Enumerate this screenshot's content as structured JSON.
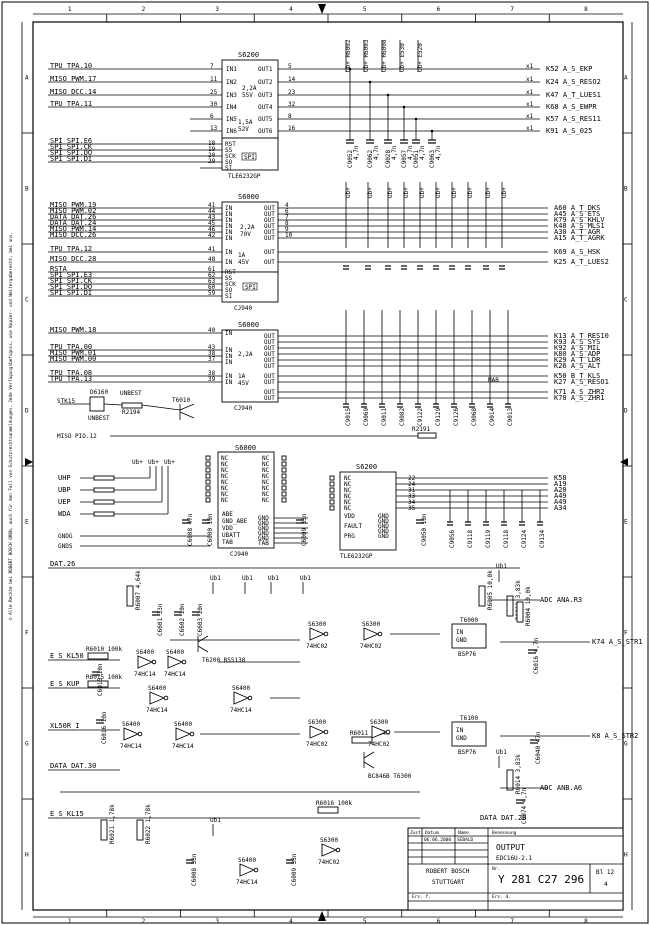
{
  "frame": {
    "columns": [
      "1",
      "2",
      "3",
      "4",
      "5",
      "6",
      "7",
      "8"
    ],
    "rows": [
      "A",
      "B",
      "C",
      "D",
      "E",
      "F",
      "G",
      "H"
    ]
  },
  "copyright_note": "© Alle Rechte bei ROBERT BOSCH GMBH, auch für den Fall von Schutzrechtsanmeldungen. Jede Verfügungsbefugnis, wie Kopier- und Weitergaberecht, bei uns.",
  "ic1": {
    "name": "S6200",
    "part": "TLE6232GP",
    "inputs": [
      {
        "sig": "TPU  TPA.10",
        "pin": "7",
        "port": "IN1"
      },
      {
        "sig": "MISO PWM.17",
        "pin": "11",
        "port": "IN2"
      },
      {
        "sig": "MISO DCC.14",
        "pin": "25",
        "port": "IN3"
      },
      {
        "sig": "TPU  TPA.11",
        "pin": "30",
        "port": "IN4"
      },
      {
        "sig": "",
        "pin": "6",
        "port": "IN5"
      },
      {
        "sig": "",
        "pin": "13",
        "port": "IN6"
      }
    ],
    "outputs": [
      {
        "port": "OUT1",
        "pin": "5"
      },
      {
        "port": "OUT2",
        "pin": "14"
      },
      {
        "port": "OUT3",
        "pin": "23"
      },
      {
        "port": "OUT4",
        "pin": "32"
      },
      {
        "port": "OUT5",
        "pin": "8"
      },
      {
        "port": "OUT6",
        "pin": "16"
      }
    ],
    "spi": [
      {
        "sig": "SPI  SPI.E6",
        "pin": "18",
        "port": "RST"
      },
      {
        "sig": "SPI  SPI.CK",
        "pin": "19",
        "port": "SS"
      },
      {
        "sig": "SPI  SPI.DO",
        "pin": "20",
        "port": "SCK"
      },
      {
        "sig": "SPI  SPI.DI",
        "pin": "29",
        "port": "SO"
      },
      {
        "sig": "",
        "pin": "",
        "port": "SI"
      }
    ],
    "spi_box": "SPI",
    "notes": [
      "2,2A",
      "55V",
      "1,5A",
      "52V"
    ]
  },
  "ic1_loads": [
    "K52 A_S_EKP",
    "K24 A_S_RESO2",
    "K47 A_T_LUES1",
    "K68 A_S_EWPR",
    "K57 A_S_RES11",
    "K91 A_S_025"
  ],
  "ic1_caps": [
    "C9052",
    "C9062",
    "C9028",
    "C9057",
    "C9051",
    "C9063"
  ],
  "ic1_cap_vals": [
    "4,7n",
    "4,7n",
    "4,7n",
    "4,7n",
    "4,7n",
    "4,7n"
  ],
  "ic1_vmon": [
    "Ub+ R6002",
    "Ub+ R6003",
    "Ub+ R6008",
    "Ub+ E530",
    "Ub+ E520"
  ],
  "ic2": {
    "name": "S6000",
    "part": "CJ940",
    "inputs": [
      "MISO PWM.19",
      "MISO PWM.02",
      "DATA DAT.26",
      "DATA DAT.24",
      "MISO PWM.14",
      "MISO DCC.26"
    ],
    "pins_in": [
      "41",
      "44",
      "43",
      "45",
      "46",
      "42"
    ],
    "pins_out": [
      "4",
      "6",
      "7",
      "8",
      "9",
      "10"
    ],
    "tpu_in": [
      "TPU  TPA.12",
      "MISO DCC.28"
    ],
    "tpu_pins": [
      "41",
      "48"
    ],
    "spi": [
      "RSTA",
      "SPI  SPI.E3",
      "SPI  SPI.CK",
      "SPI  SPI.DO",
      "SPI  SPI.DI"
    ],
    "spi_pins": [
      "61",
      "62",
      "63",
      "60",
      "59"
    ],
    "spi_ports": [
      "RST",
      "SS",
      "SCK",
      "SO",
      "SI"
    ],
    "spi_box": "SPI",
    "notes": [
      "2,2A",
      "70V",
      "1A",
      "45V"
    ]
  },
  "ic2_loads": [
    "A60 A_T_DKS",
    "A45 A_S_ETS",
    "K79 A_S_KHLV",
    "K48 A_S_MLS1",
    "A30 A_T_AGR",
    "A15 A_T_AGRK",
    "K69 A_S_HSK",
    "K25 A_T_LUES2"
  ],
  "ic3": {
    "name": "S6000",
    "part": "CJ940",
    "inputs": [
      "MISO PWM.18",
      "TPU  TPA.00",
      "MISO PWM.01",
      "MISO PWM.00",
      "TPU  TPA.08",
      "TPU  TPA.13"
    ],
    "pins_in": [
      "40",
      "43",
      "38",
      "37",
      "38",
      "39"
    ],
    "notes": [
      "2,2A",
      "1A",
      "45V"
    ]
  },
  "ic3_loads": [
    "K13 A_T_RES10",
    "K93 A_S_SYS",
    "K92 A_S_MIL",
    "K80 A_S_ADP",
    "K29 A_T_LDR",
    "K26 A_S_ALT",
    "K50 B_T_KLS",
    "K27 A_S_RESO1",
    "K71 A_S_ZHR2",
    "K70 A_S_ZHR1"
  ],
  "ic3_caps": [
    "C9015",
    "C9069",
    "C9011",
    "C9082",
    "C9122",
    "C9129",
    "C9126",
    "C9068",
    "C9014",
    "C9013"
  ],
  "mab_label": "MAB",
  "left_misc": [
    {
      "sig": "STK15",
      "part": "D6160",
      "net": "UNBEST"
    },
    {
      "sig": "",
      "part": "R2194",
      "net": "UNBEST"
    },
    {
      "sig": "",
      "part": "T6010",
      "net": ""
    },
    {
      "sig": "MISO PIO.12",
      "part": "R2191",
      "net": ""
    }
  ],
  "ic4": {
    "name": "S6000",
    "part": "CJ940",
    "inputs": [
      "UHP",
      "UBP",
      "UEP",
      "WDA"
    ],
    "gnd": [
      "GNDG",
      "GNDS"
    ],
    "rows_l": [
      "NC",
      "NC",
      "NC",
      "NC",
      "NC",
      "NC",
      "NC",
      "NC"
    ],
    "rows_r": [
      "NC",
      "NC",
      "NC",
      "NC",
      "NC",
      "NC",
      "NC",
      "NC"
    ],
    "ports": [
      "ABE",
      "GND_ABE",
      "VDD",
      "UBATT",
      "TAB"
    ],
    "gnd_r": [
      "GND",
      "GND",
      "GND",
      "GND",
      "GND",
      "TAB"
    ],
    "vsup": [
      "Ub+",
      "Ub+",
      "Ub+"
    ]
  },
  "ic5": {
    "name": "S6200",
    "part": "TLE6232GP",
    "rows": [
      "NC",
      "NC",
      "NC",
      "NC",
      "NC",
      "NC"
    ],
    "pins": [
      "22",
      "24",
      "31",
      "33",
      "34",
      "35"
    ],
    "ports": [
      "VDD",
      "FAULT",
      "PRG",
      "GND",
      "GND",
      "GND",
      "GND",
      "GND"
    ]
  },
  "ic5_loads": [
    "K58",
    "A19",
    "A20",
    "A49",
    "A49",
    "A34"
  ],
  "ic5_caps": [
    "C9056",
    "C9118",
    "C9119",
    "C9118",
    "C9124",
    "C9134"
  ],
  "misc_caps": [
    "C6008 47n",
    "C6000 10n",
    "C6009 33n",
    "C9050 10n",
    "C6008 33n",
    "C6009 33n"
  ],
  "lower": {
    "inputs": [
      "DAT.26",
      "E_S_KL50",
      "E_S_KUP",
      "XL50R_I",
      "DATA DAT.30",
      "E_S_KL15"
    ],
    "resistors": [
      "R6007 4,64k",
      "R6010 100k",
      "R6015 100k",
      "R6011 4,64k",
      "R6016 100k",
      "R6021 1,78k",
      "R6022 1,78k",
      "R6018 3,83k",
      "R6014 3,83k",
      "R6005 10,0k",
      "R6004 10,0k"
    ],
    "gates": [
      "S6400 74HC14",
      "S6400 74HC14",
      "S6400 74HC14",
      "S6400 74HC14",
      "S6400 74HC14",
      "S6400 74HC14",
      "S6300 74HC02",
      "S6300 74HC02",
      "S6300 74HC02",
      "S6300 74HC02",
      "S6400 74HC14",
      "S6300 74HC02"
    ],
    "transistors": [
      "T6200 BSS138",
      "T6000 BSP76",
      "T6100 BSP76",
      "BC846B T6300"
    ],
    "caps": [
      "C6015 10n",
      "C6016 10n",
      "C6601 33n",
      "C6602 10n",
      "C6603 10n",
      "C6016 4,7n",
      "C6040 47n",
      "C6074 4,7n"
    ],
    "outputs": [
      "K74 A_S_STR1",
      "K8 A_S_STR2"
    ],
    "adc": [
      "ADC ANA.R3",
      "ADC ANB.A6",
      "DATA DAT.20"
    ],
    "supply": [
      "Ub1",
      "Ub1",
      "Ub1",
      "Ub1",
      "Ub1",
      "Ub1",
      "Ub1"
    ]
  },
  "title_block": {
    "headers": [
      "Zust.",
      "Datum",
      "Name",
      "Benennung"
    ],
    "rows": [
      [
        "",
        "06.06.2000",
        "SEBALD"
      ],
      [
        "",
        "",
        ""
      ],
      [
        "",
        "",
        ""
      ]
    ],
    "title": "OUTPUT",
    "subtitle": "EDC16U-2.1",
    "company": "ROBERT BOSCH",
    "city": "STUTTGART",
    "nr_label": "Nr.",
    "doc_number": "Y 281 C27 296",
    "sheet": "Bl 12",
    "sheet_of": "4",
    "ers_for": "Ers. f.",
    "ers_by": "Ers. d."
  }
}
